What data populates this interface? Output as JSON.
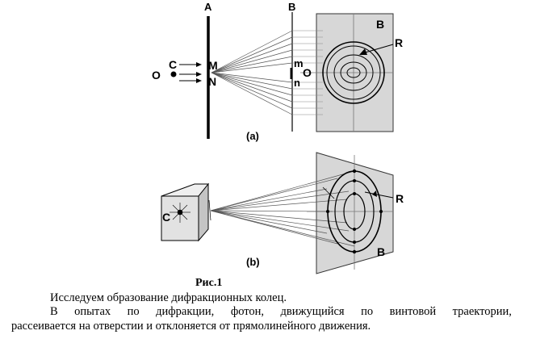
{
  "figure_a": {
    "label_A": "A",
    "label_B_screen": "B",
    "label_B_plate": "B",
    "label_O_left": "O",
    "label_C": "C",
    "label_M": "M",
    "label_N": "N",
    "label_m": "m",
    "label_n": "n",
    "label_O_right": "O",
    "label_R": "R",
    "panel_label": "(a)"
  },
  "figure_b": {
    "label_C": "C",
    "label_R": "R",
    "label_B": "B",
    "panel_label": "(b)"
  },
  "caption": {
    "title": "Рис.1",
    "line1": "Исследуем  образование дифракционных колец.",
    "line2_words": [
      "В",
      "опытах",
      "по",
      "дифракции,",
      "фотон,",
      "движущийся",
      "по",
      "винтовой",
      "траектории,"
    ],
    "line3": "рассеивается на отверстии и  отклоняется   от прямолинейного движения."
  }
}
